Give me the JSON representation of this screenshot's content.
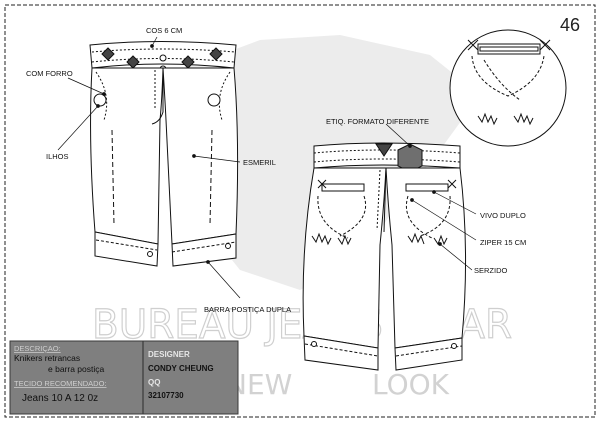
{
  "sheet": {
    "page_number": "46",
    "watermark_brand": "BUREAU JEANS WEAR",
    "watermark_tagline_left": "NEW",
    "watermark_tagline_right": "LOOK"
  },
  "callouts": {
    "cos": "COS 6 CM",
    "com_forro": "COM FORRO",
    "ilhos": "ILHOS",
    "esmeril": "ESMERIL",
    "barra": "BARRA POSTIÇA DUPLA",
    "etiq": "ETIQ. FORMATO DIFERENTE",
    "vivo": "VIVO DUPLO",
    "ziper": "ZIPER 15 CM",
    "serzido": "SERZIDO"
  },
  "info_box": {
    "descricao_label": "DESCRIÇAO:",
    "descricao_line1": "Knikers retrancas",
    "descricao_line2": "e barra postiça",
    "tecido_label": "TECIDO RECOMENDADO:",
    "tecido_value": "Jeans 10 A 12 0z",
    "designer_label": "DESIGNER",
    "designer_name": "CONDY CHEUNG",
    "qq_label": "QQ",
    "qq_value": "32107730"
  },
  "colors": {
    "info_bg": "#7f7f7f",
    "info_divider": "#3a3a3a",
    "label_text": "#cfcfcf",
    "watermark": "#d9d9d9",
    "line": "#111111",
    "patch": "#6f6f6f"
  }
}
